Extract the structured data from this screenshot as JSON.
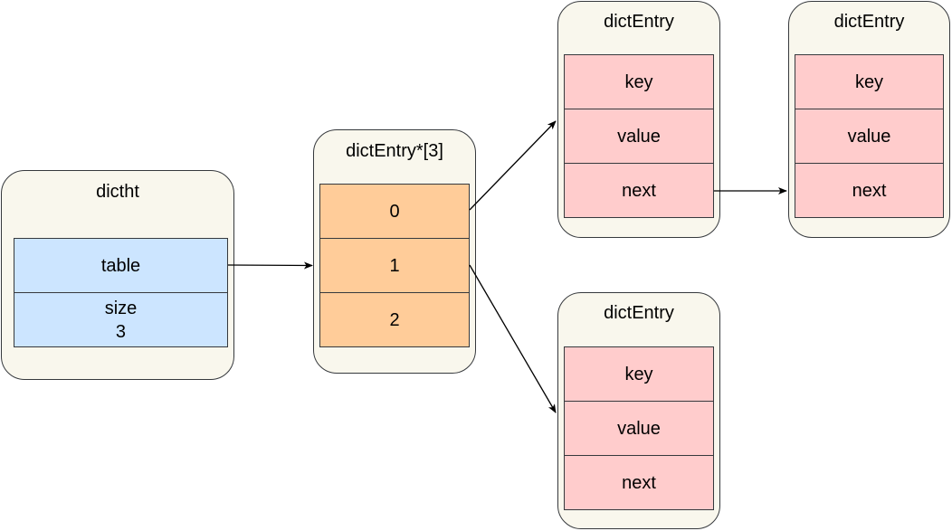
{
  "dictht": {
    "title": "dictht",
    "rows": [
      {
        "label": "table"
      },
      {
        "label": "size",
        "value": "3"
      }
    ]
  },
  "table_array": {
    "title": "dictEntry*[3]",
    "slots": [
      "0",
      "1",
      "2"
    ]
  },
  "entries": [
    {
      "title": "dictEntry",
      "fields": [
        "key",
        "value",
        "next"
      ]
    },
    {
      "title": "dictEntry",
      "fields": [
        "key",
        "value",
        "next"
      ]
    },
    {
      "title": "dictEntry",
      "fields": [
        "key",
        "value",
        "next"
      ]
    }
  ],
  "colors": {
    "container_fill": "#f9f7ed",
    "border": "#36393d",
    "dictht_cell": "#cce5ff",
    "array_cell": "#ffcc99",
    "entry_cell": "#ffcccc"
  }
}
